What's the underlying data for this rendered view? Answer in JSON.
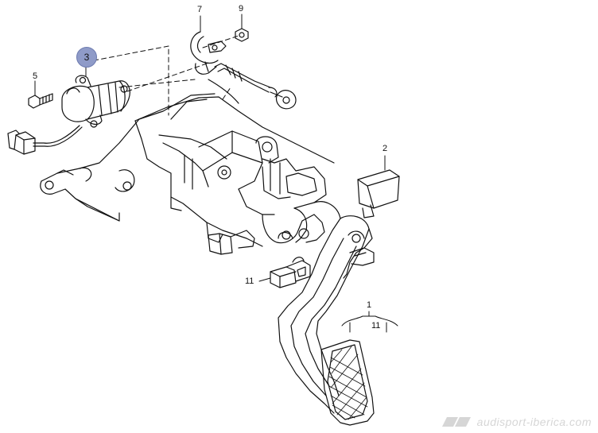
{
  "callouts": {
    "c1": "1",
    "c2": "2",
    "c3": "3",
    "c5": "5",
    "c7": "7",
    "c9": "9",
    "c11_switch": "11",
    "c11_pedal": "11"
  },
  "highlight_color": "#8f9bc8",
  "watermark": {
    "text": "audisport-iberica.com"
  }
}
